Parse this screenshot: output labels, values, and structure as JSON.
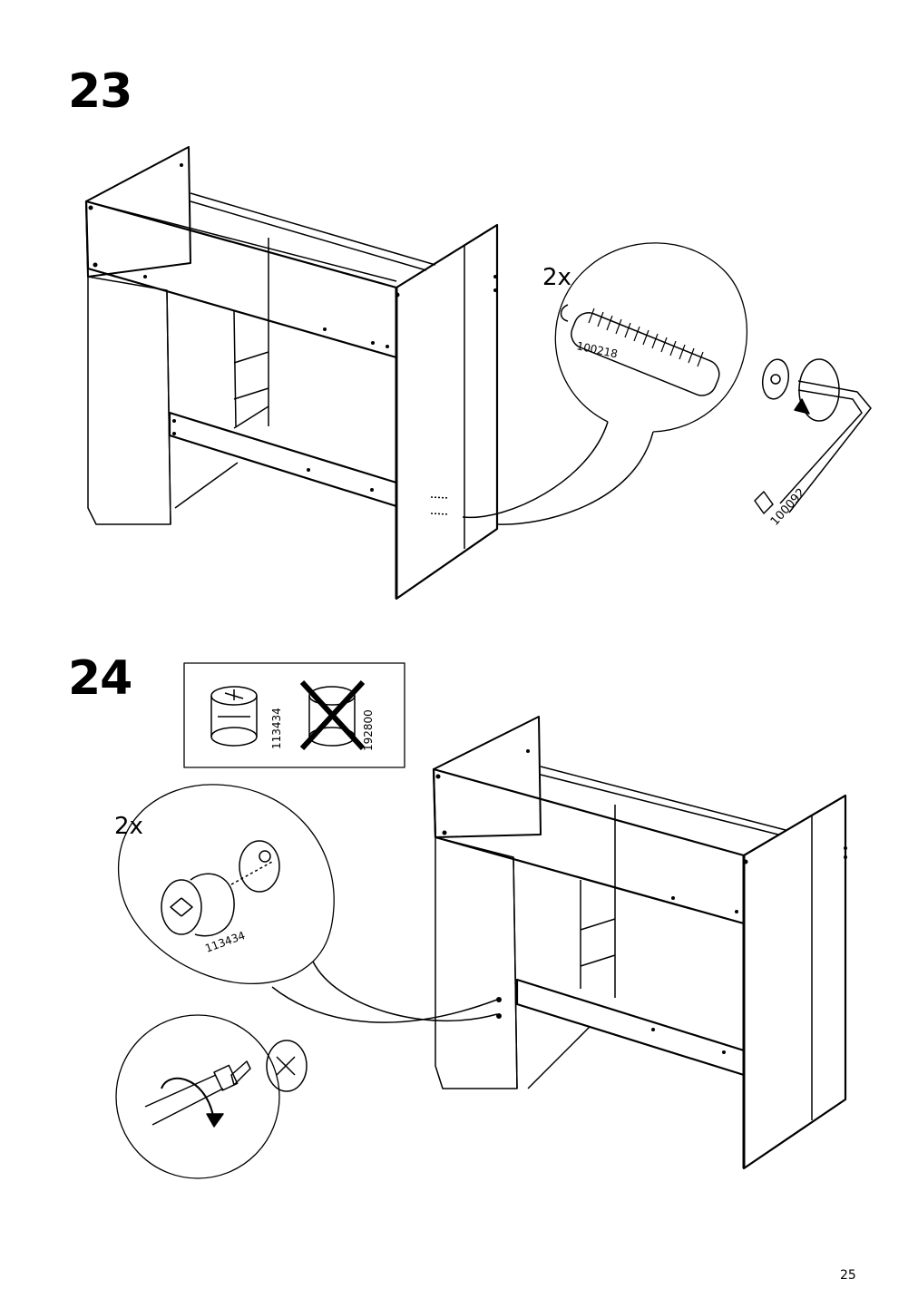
{
  "steps": [
    {
      "number": "23",
      "quantity": "2x",
      "part_numbers": [
        "100218",
        "100092"
      ]
    },
    {
      "number": "24",
      "quantity": "2x",
      "part_numbers": [
        "113434"
      ],
      "legend": {
        "correct_part": "113434",
        "wrong_part": "192800"
      }
    }
  ],
  "page": {
    "number": "25"
  }
}
